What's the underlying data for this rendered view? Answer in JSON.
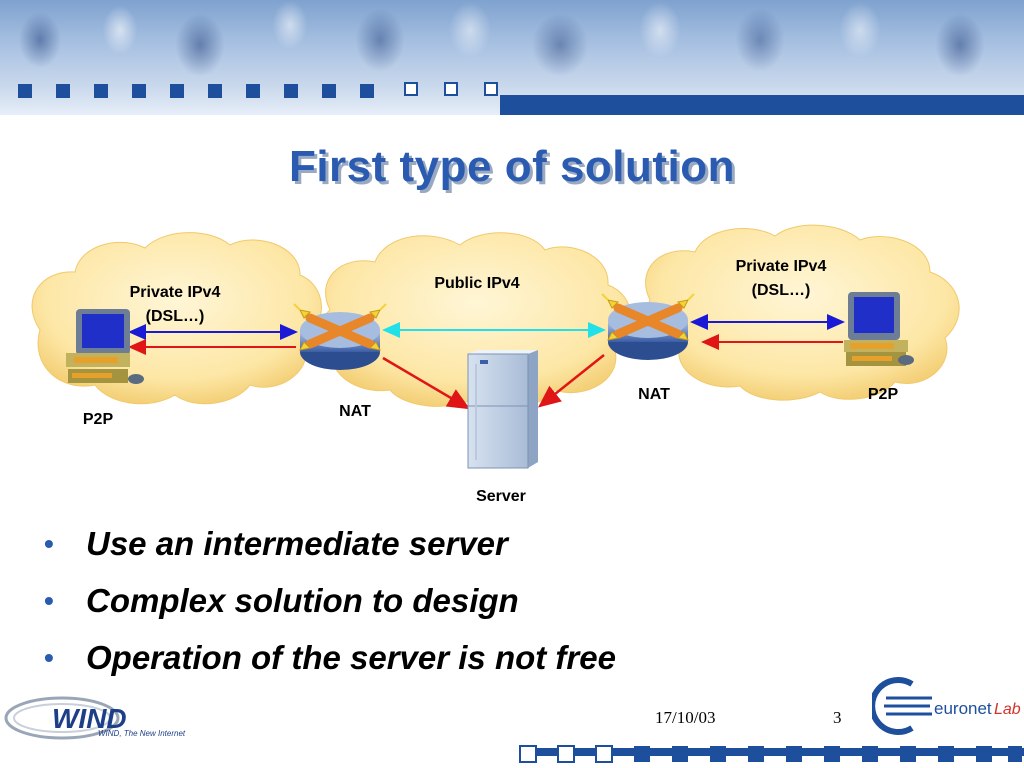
{
  "slide": {
    "title": "First type of solution",
    "bullets": [
      "Use an intermediate server",
      "Complex solution to design",
      "Operation of the server is not free"
    ],
    "footer": {
      "date": "17/10/03",
      "page": "3"
    }
  },
  "diagram": {
    "clouds": {
      "left": "Private IPv4\n(DSL…)",
      "center": "Public IPv4",
      "right": "Private IPv4\n(DSL…)"
    },
    "nodes": {
      "left_p2p": "P2P",
      "left_nat": "NAT",
      "server": "Server",
      "right_nat": "NAT",
      "right_p2p": "P2P"
    },
    "line_colors": {
      "blue": "#1a1ad6",
      "red": "#e01515",
      "cyan": "#22e0e8"
    },
    "icons": [
      "computer-icon",
      "router-icon",
      "server-icon",
      "computer-icon",
      "router-icon"
    ]
  },
  "logos": {
    "wind": {
      "wordmark": "WIND",
      "tagline": "WIND, The New Internet"
    },
    "euronet": {
      "wordmark": "euronet",
      "suffix": "Lab"
    }
  },
  "colors": {
    "title": "#2a5bb0",
    "accent": "#1d4f9c",
    "cloud": "#fde7a6"
  }
}
